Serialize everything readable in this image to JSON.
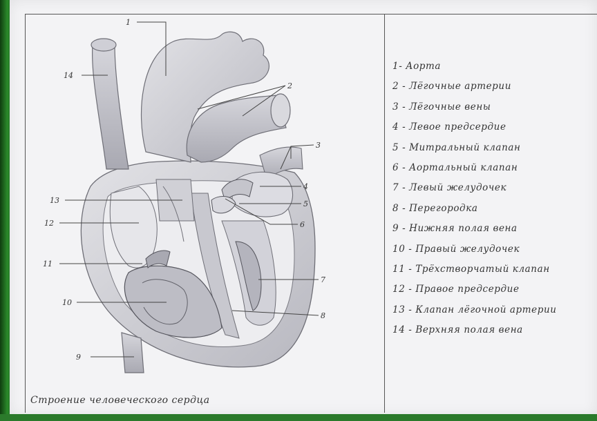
{
  "diagram": {
    "labels": [
      {
        "id": "1",
        "text": "1"
      },
      {
        "id": "2",
        "text": "2"
      },
      {
        "id": "3",
        "text": "3"
      },
      {
        "id": "4",
        "text": "4"
      },
      {
        "id": "5",
        "text": "5"
      },
      {
        "id": "6",
        "text": "6"
      },
      {
        "id": "7",
        "text": "7"
      },
      {
        "id": "8",
        "text": "8"
      },
      {
        "id": "9",
        "text": "9"
      },
      {
        "id": "10",
        "text": "10"
      },
      {
        "id": "11",
        "text": "11"
      },
      {
        "id": "12",
        "text": "12"
      },
      {
        "id": "13",
        "text": "13"
      },
      {
        "id": "14",
        "text": "14"
      }
    ],
    "caption": "Строение человеческого сердца"
  },
  "legend": [
    "1- Аорта",
    "2 - Лёгочные артерии",
    "3 - Лёгочные вены",
    "4 - Левое предсердие",
    "5 - Митральный клапан",
    "6 - Аортальный клапан",
    "7 - Левый желудочек",
    "8 - Перегородка",
    "9 - Нижняя полая вена",
    "10 - Правый желудочек",
    "11 - Трёхстворчатый клапан",
    "12 - Правое предсердие",
    "13 - Клапан лёгочной артерии",
    "14 - Верхняя полая вена"
  ],
  "colors": {
    "paper": "#f3f3f5",
    "frame": "#2e7d2e",
    "ink": "#333333",
    "pencil": "#8a8a90"
  }
}
